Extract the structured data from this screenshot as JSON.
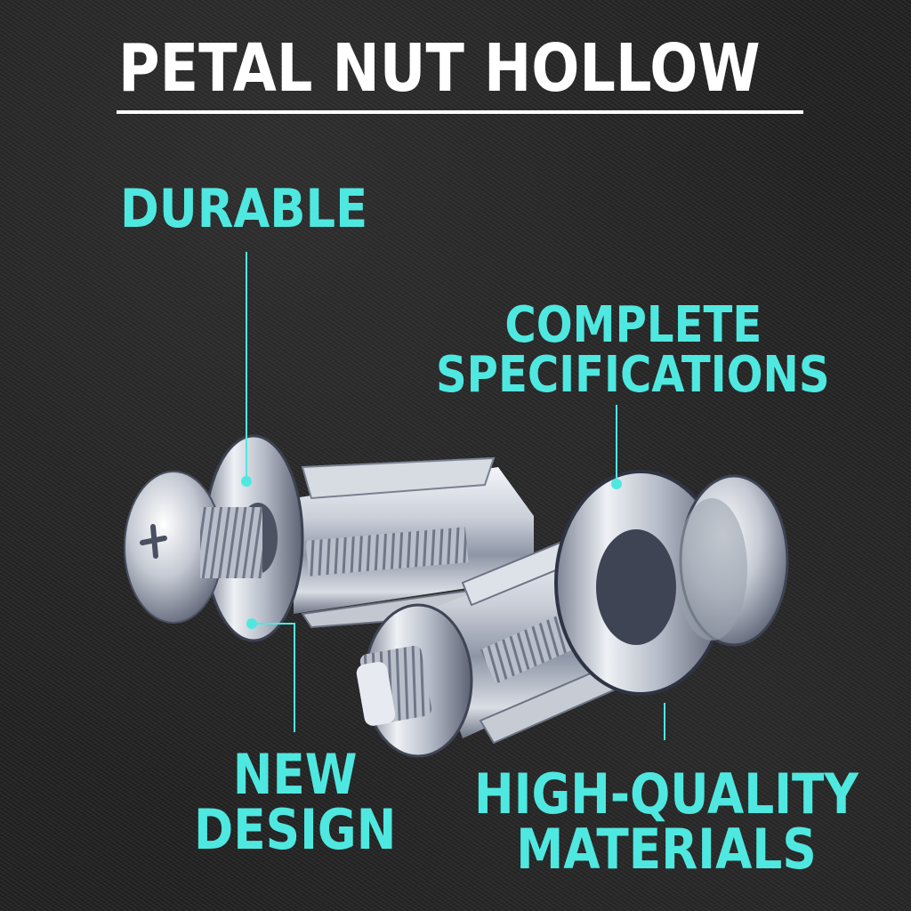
{
  "title": "PETAL NUT HOLLOW",
  "colors": {
    "background": "#222222",
    "title_text": "#ffffff",
    "accent": "#4fe8e0"
  },
  "features": [
    {
      "id": "durable",
      "lines": [
        "DURABLE"
      ]
    },
    {
      "id": "complete-specifications",
      "lines": [
        "COMPLETE",
        "SPECIFICATIONS"
      ]
    },
    {
      "id": "new-design",
      "lines": [
        "NEW",
        "DESIGN"
      ]
    },
    {
      "id": "high-quality-materials",
      "lines": [
        "HIGH-QUALITY",
        "MATERIALS"
      ]
    }
  ],
  "product_image": {
    "subject": "two zinc-plated petal hollow wall anchors with pan-head phillips screws and washers"
  }
}
